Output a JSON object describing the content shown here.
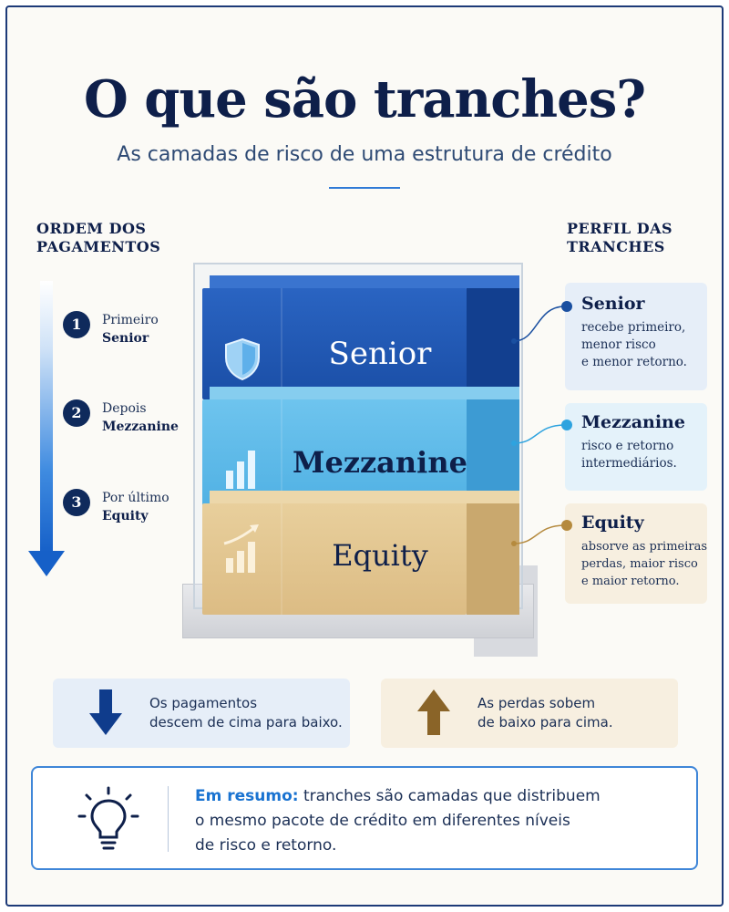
{
  "header": {
    "title": "O que são tranches?",
    "subtitle": "As camadas de risco de uma estrutura de crédito"
  },
  "payment_order": {
    "heading_line1": "ORDEM DOS",
    "heading_line2": "PAGAMENTOS",
    "steps": [
      {
        "number": "1",
        "prefix": "Primeiro",
        "name": "Senior"
      },
      {
        "number": "2",
        "prefix": "Depois",
        "name": "Mezzanine"
      },
      {
        "number": "3",
        "prefix": "Por último",
        "name": "Equity"
      }
    ]
  },
  "blocks": [
    {
      "label": "Senior",
      "icon": "shield-icon",
      "color": "#1d56b4"
    },
    {
      "label": "Mezzanine",
      "icon": "bar-chart-icon",
      "color": "#56b4e6"
    },
    {
      "label": "Equity",
      "icon": "growth-chart-icon",
      "color": "#e1c38e"
    }
  ],
  "profile": {
    "heading_line1": "PERFIL DAS",
    "heading_line2": "TRANCHES",
    "items": [
      {
        "name": "Senior",
        "desc_lines": [
          "recebe primeiro,",
          "menor risco",
          "e menor retorno."
        ],
        "color": "#1a4fa0"
      },
      {
        "name": "Mezzanine",
        "desc_lines": [
          "risco e retorno",
          "intermediários."
        ],
        "color": "#2ea3df"
      },
      {
        "name": "Equity",
        "desc_lines": [
          "absorve as primeiras",
          "perdas, maior risco",
          "e maior retorno."
        ],
        "color": "#b58a3e"
      }
    ]
  },
  "flows": [
    {
      "icon": "arrow-down-icon",
      "line1": "Os pagamentos",
      "line2": "descem de cima para baixo."
    },
    {
      "icon": "arrow-up-icon",
      "line1": "As perdas sobem",
      "line2": "de baixo para cima."
    }
  ],
  "summary": {
    "icon": "lightbulb-icon",
    "lead": "Em resumo:",
    "line1_rest": " tranches são camadas que distribuem",
    "line2": "o mesmo pacote de crédito em diferentes níveis",
    "line3": "de risco e retorno."
  }
}
